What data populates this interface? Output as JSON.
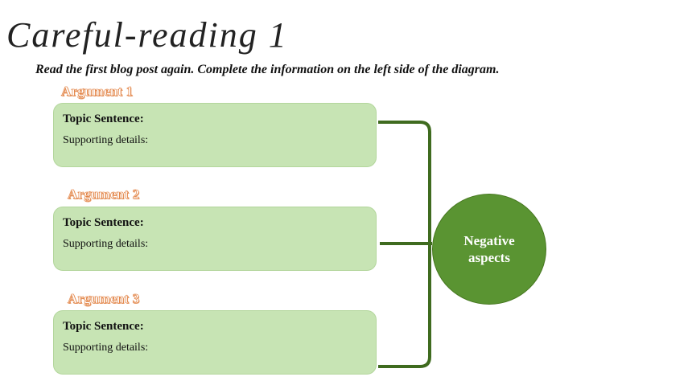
{
  "title": "Careful-reading 1",
  "instruction": "Read the first blog post again. Complete the information on the left side of the diagram.",
  "arguments": [
    {
      "label": "Argument 1",
      "topic_label": "Topic Sentence:",
      "support_label": "Supporting details:"
    },
    {
      "label": "Argument 2",
      "topic_label": "Topic Sentence:",
      "support_label": "Supporting details:"
    },
    {
      "label": "Argument 3",
      "topic_label": "Topic Sentence:",
      "support_label": "Supporting details:"
    }
  ],
  "center_node": {
    "label": "Negative aspects"
  },
  "colors": {
    "box_fill": "#c7e4b4",
    "bracket_line": "#3f6b1f",
    "circle_fill": "#5a9432",
    "argument_label_outline": "#e07b39"
  }
}
